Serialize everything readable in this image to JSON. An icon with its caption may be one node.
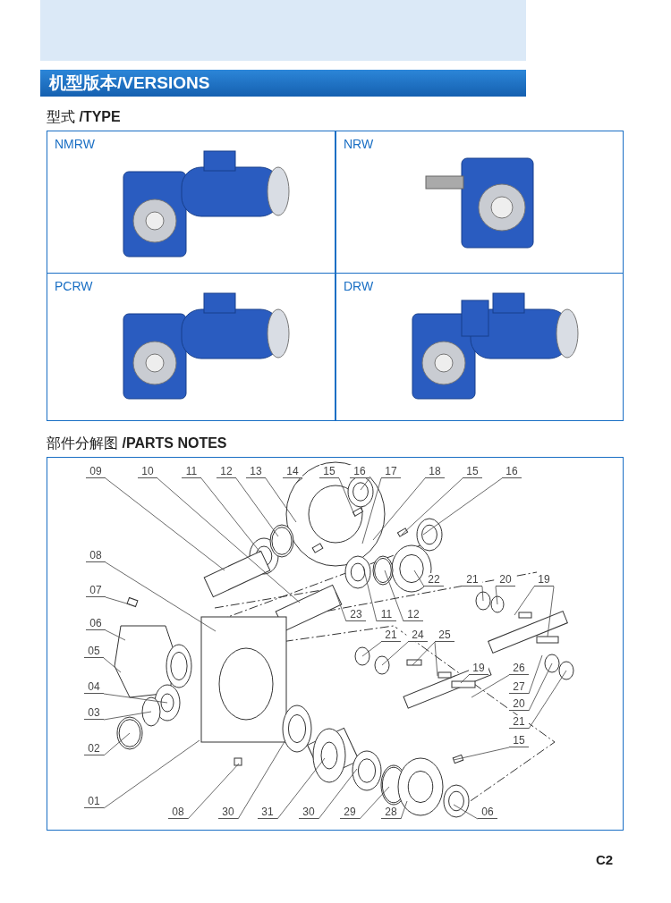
{
  "diagram": {
    "title": "机型版本/VERSIONS",
    "nodes": [
      {
        "text": [
          "NMRW"
        ]
      },
      {
        "text": [
          "NRW"
        ]
      },
      {
        "text": [
          "PCRW"
        ]
      },
      {
        "text": [
          "DRW"
        ]
      },
      {
        "text": [
          "09"
        ]
      },
      {
        "text": [
          "10"
        ]
      },
      {
        "text": [
          "11"
        ]
      },
      {
        "text": [
          "12"
        ]
      },
      {
        "text": [
          "13"
        ]
      },
      {
        "text": [
          "14"
        ]
      },
      {
        "text": [
          "15"
        ]
      },
      {
        "text": [
          "16"
        ]
      },
      {
        "text": [
          "17"
        ]
      },
      {
        "text": [
          "18"
        ]
      },
      {
        "text": [
          "15"
        ]
      },
      {
        "text": [
          "16"
        ]
      },
      {
        "text": [
          "08"
        ]
      },
      {
        "text": [
          "22"
        ]
      },
      {
        "text": [
          "21"
        ]
      },
      {
        "text": [
          "20"
        ]
      },
      {
        "text": [
          "19"
        ]
      },
      {
        "text": [
          "07"
        ]
      },
      {
        "text": [
          "06"
        ]
      },
      {
        "text": [
          "23"
        ]
      },
      {
        "text": [
          "11"
        ]
      },
      {
        "text": [
          "12"
        ]
      },
      {
        "text": [
          "21"
        ]
      },
      {
        "text": [
          "24"
        ]
      },
      {
        "text": [
          "25"
        ]
      },
      {
        "text": [
          "05"
        ]
      },
      {
        "text": [
          "19"
        ]
      },
      {
        "text": [
          "26"
        ]
      },
      {
        "text": [
          "27"
        ]
      },
      {
        "text": [
          "04"
        ]
      },
      {
        "text": [
          "20"
        ]
      },
      {
        "text": [
          "03"
        ]
      },
      {
        "text": [
          "21"
        ]
      },
      {
        "text": [
          "15"
        ]
      },
      {
        "text": [
          "02"
        ]
      },
      {
        "text": [
          "01"
        ]
      },
      {
        "text": [
          "08"
        ]
      },
      {
        "text": [
          "30"
        ]
      },
      {
        "text": [
          "31"
        ]
      },
      {
        "text": [
          "30"
        ]
      },
      {
        "text": [
          "29"
        ]
      },
      {
        "text": [
          "28"
        ]
      },
      {
        "text": [
          "06"
        ]
      }
    ],
    "edges": [
      {
        "from": 4,
        "to": null,
        "arrow": "none"
      },
      {
        "from": 5,
        "to": null,
        "arrow": "none"
      },
      {
        "from": 6,
        "to": null,
        "arrow": "none"
      },
      {
        "from": 7,
        "to": null,
        "arrow": "none"
      },
      {
        "from": 8,
        "to": null,
        "arrow": "none"
      },
      {
        "from": 9,
        "to": null,
        "arrow": "none"
      },
      {
        "from": 10,
        "to": null,
        "arrow": "none"
      },
      {
        "from": 11,
        "to": null,
        "arrow": "none"
      },
      {
        "from": 12,
        "to": null,
        "arrow": "none"
      },
      {
        "from": 13,
        "to": null,
        "arrow": "none"
      },
      {
        "from": 14,
        "to": null,
        "arrow": "none"
      },
      {
        "from": 15,
        "to": null,
        "arrow": "none"
      },
      {
        "from": 16,
        "to": null,
        "arrow": "none"
      },
      {
        "from": 17,
        "to": null,
        "arrow": "none"
      },
      {
        "from": 18,
        "to": null,
        "arrow": "none"
      },
      {
        "from": 19,
        "to": null,
        "arrow": "none"
      },
      {
        "from": 20,
        "to": null,
        "arrow": "none"
      },
      {
        "from": 20,
        "to": null,
        "arrow": "none"
      },
      {
        "from": 21,
        "to": null,
        "arrow": "none"
      },
      {
        "from": 22,
        "to": null,
        "arrow": "none"
      },
      {
        "from": 23,
        "to": null,
        "arrow": "none"
      },
      {
        "from": 24,
        "to": null,
        "arrow": "none"
      },
      {
        "from": 25,
        "to": null,
        "arrow": "none"
      },
      {
        "from": 26,
        "to": null,
        "arrow": "none"
      },
      {
        "from": 27,
        "to": null,
        "arrow": "none"
      },
      {
        "from": 28,
        "to": null,
        "arrow": "none"
      },
      {
        "from": 28,
        "to": null,
        "arrow": "none"
      },
      {
        "from": 29,
        "to": null,
        "arrow": "none"
      },
      {
        "from": 30,
        "to": null,
        "arrow": "none"
      },
      {
        "from": 31,
        "to": null,
        "arrow": "none"
      },
      {
        "from": 32,
        "to": null,
        "arrow": "none"
      },
      {
        "from": 33,
        "to": null,
        "arrow": "none"
      },
      {
        "from": 34,
        "to": null,
        "arrow": "none"
      },
      {
        "from": 35,
        "to": null,
        "arrow": "none"
      },
      {
        "from": 36,
        "to": null,
        "arrow": "none"
      },
      {
        "from": 37,
        "to": null,
        "arrow": "none"
      },
      {
        "from": 38,
        "to": null,
        "arrow": "none"
      },
      {
        "from": 39,
        "to": null,
        "arrow": "none"
      },
      {
        "from": 40,
        "to": null,
        "arrow": "none"
      },
      {
        "from": 41,
        "to": null,
        "arrow": "none"
      },
      {
        "from": 42,
        "to": null,
        "arrow": "none"
      },
      {
        "from": 43,
        "to": null,
        "arrow": "none"
      },
      {
        "from": 44,
        "to": null,
        "arrow": "none"
      },
      {
        "from": 45,
        "to": null,
        "arrow": "none"
      },
      {
        "from": 46,
        "to": null,
        "arrow": "none"
      }
    ],
    "labels": [
      "型式 **/TYPE**",
      "部件分解图 **/PARTS NOTES**",
      "C2"
    ]
  }
}
